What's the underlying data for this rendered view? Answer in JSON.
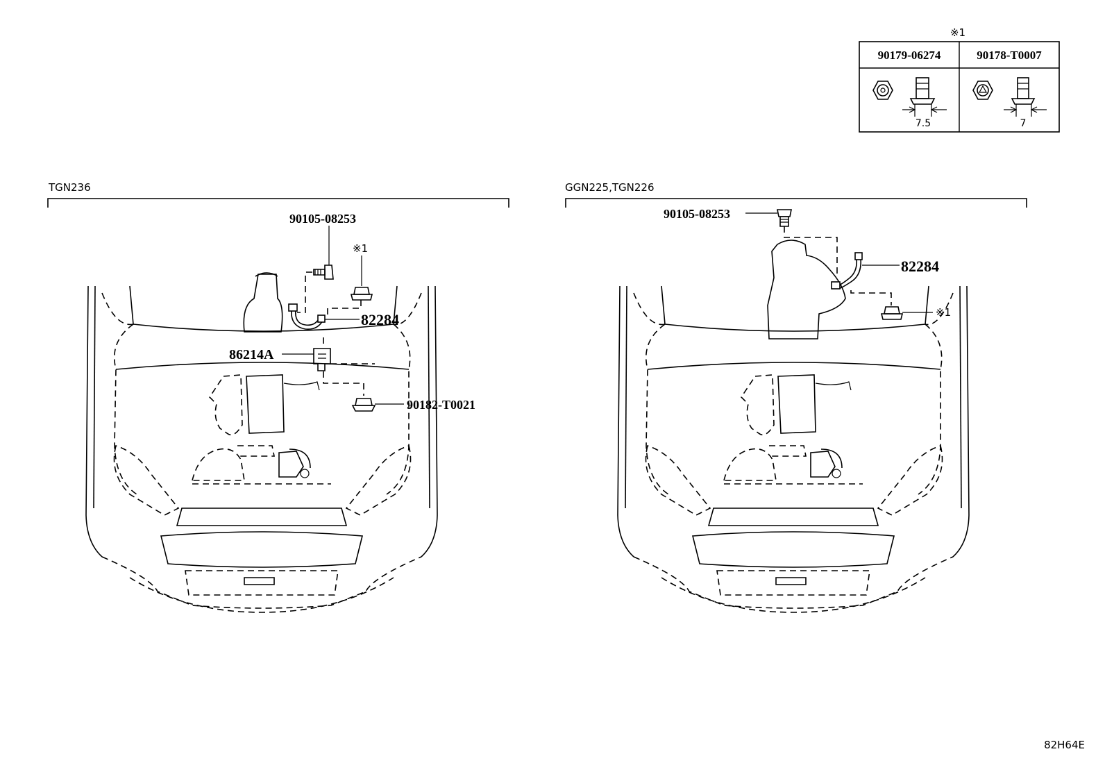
{
  "note_table": {
    "mark": "※1",
    "headers": [
      "90179-06274",
      "90178-T0007"
    ],
    "dims": [
      "7.5",
      "7"
    ]
  },
  "left": {
    "model": "TGN236",
    "labels": {
      "bolt": "90105-08253",
      "note": "※1",
      "harness": "82284",
      "bracket": "86214A",
      "nut": "90182-T0021"
    }
  },
  "right": {
    "model": "GGN225,TGN226",
    "labels": {
      "bolt": "90105-08253",
      "harness": "82284",
      "note": "※1"
    }
  },
  "figure_code": "82H64E"
}
